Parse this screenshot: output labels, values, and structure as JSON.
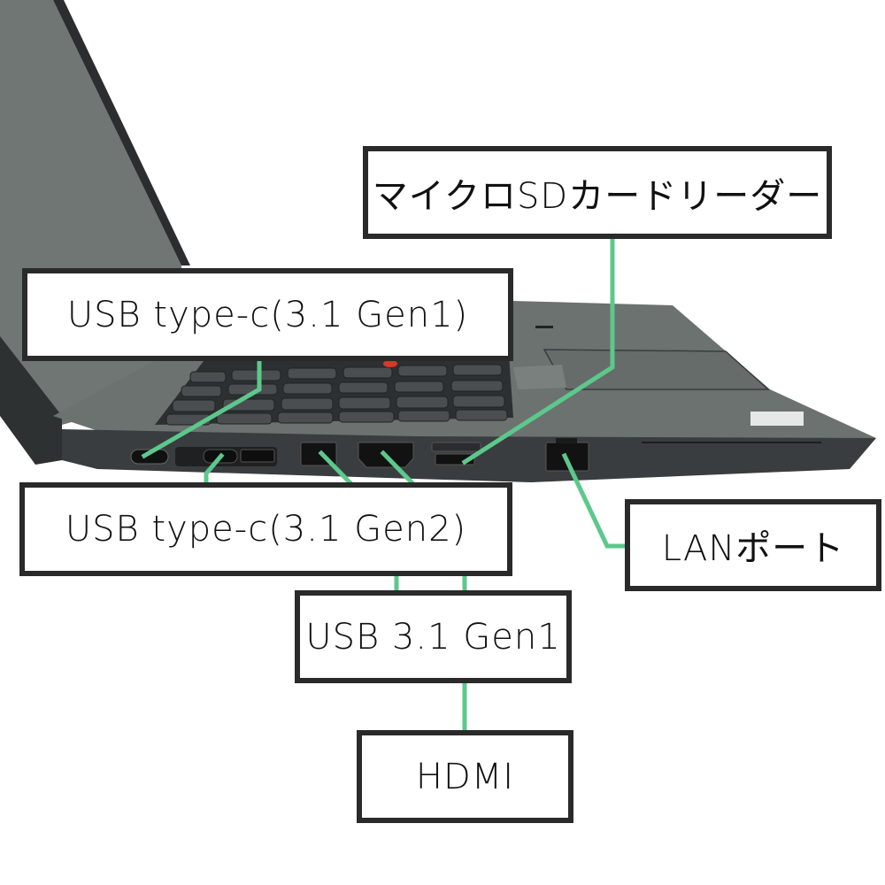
{
  "colors": {
    "leader_line": "#5cc88c",
    "box_border": "#2a2a2a",
    "laptop_body": "#3a3d3f",
    "laptop_lid": "#6f7674",
    "trackpoint": "#d23a2a"
  },
  "labels": {
    "microsd": "マイクロSDカードリーダー",
    "usbc_gen1": "USB type-c(3.1 Gen1)",
    "usbc_gen2": "USB type-c(3.1 Gen2)",
    "lan": "LANポート",
    "usb_a_gen1": "USB 3.1 Gen1",
    "hdmi": "HDMI"
  },
  "ports": [
    {
      "id": "usbc_gen1",
      "icon": "usb-c-port-icon"
    },
    {
      "id": "usbc_gen2",
      "icon": "usb-c-port-icon"
    },
    {
      "id": "docking",
      "icon": "docking-port-icon"
    },
    {
      "id": "usb_a_gen1",
      "icon": "usb-a-port-icon"
    },
    {
      "id": "hdmi",
      "icon": "hdmi-port-icon"
    },
    {
      "id": "microsd",
      "icon": "sd-slot-icon"
    },
    {
      "id": "lan",
      "icon": "ethernet-port-icon"
    }
  ]
}
